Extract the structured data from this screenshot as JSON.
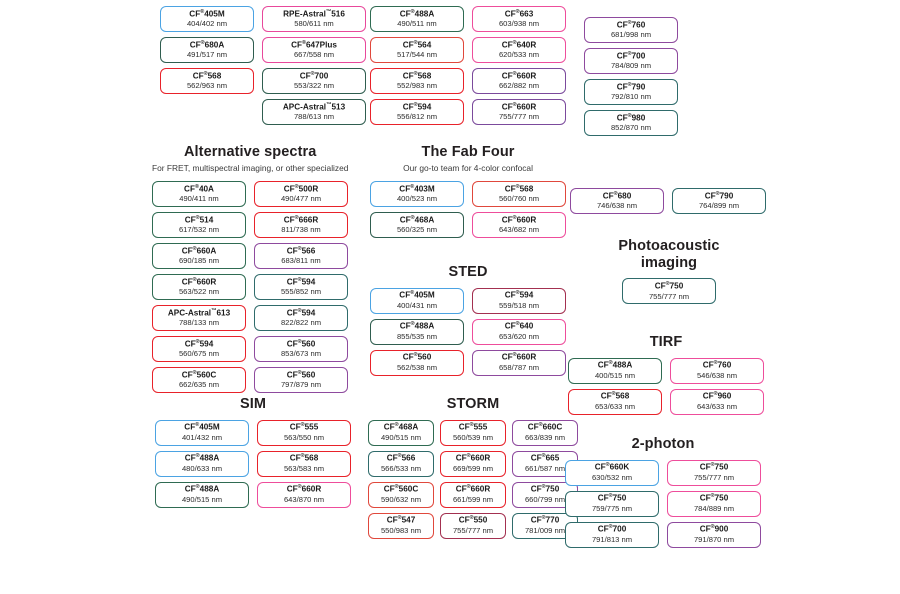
{
  "groups": [
    {
      "id": "top-left",
      "title": "",
      "subtitle": "",
      "columns": [
        {
          "chips": [
            {
              "name": "CF",
              "sup": "®",
              "suffix": "405M",
              "value": "404/402 nm",
              "color": "#4ba3e3"
            },
            {
              "name": "CF",
              "sup": "®",
              "suffix": "680A",
              "value": "491/517 nm",
              "color": "#2f5d4f"
            },
            {
              "name": "CF",
              "sup": "®",
              "suffix": "568",
              "value": "562/963 nm",
              "color": "#e8222a"
            }
          ]
        },
        {
          "chips": [
            {
              "name": "RPE-Astral",
              "sup": "™",
              "suffix": "516",
              "value": "580/611 nm",
              "color": "#e8489b"
            },
            {
              "name": "CF",
              "sup": "®",
              "suffix": "647Plus",
              "value": "667/558 nm",
              "color": "#e8489b"
            },
            {
              "name": "CF",
              "sup": "®",
              "suffix": "700",
              "value": "553/322 nm",
              "color": "#2f5d4f"
            },
            {
              "name": "APC-Astral",
              "sup": "™",
              "suffix": "513",
              "value": "788/613 nm",
              "color": "#2f5d4f"
            }
          ]
        }
      ]
    },
    {
      "id": "top-mid",
      "title": "",
      "subtitle": "",
      "columns": [
        {
          "chips": [
            {
              "name": "CF",
              "sup": "®",
              "suffix": "488A",
              "value": "490/511 nm",
              "color": "#2f6b52"
            },
            {
              "name": "CF",
              "sup": "®",
              "suffix": "564",
              "value": "517/544 nm",
              "color": "#e0483c"
            },
            {
              "name": "CF",
              "sup": "®",
              "suffix": "568",
              "value": "552/983 nm",
              "color": "#e8222a"
            },
            {
              "name": "CF",
              "sup": "®",
              "suffix": "594",
              "value": "556/812 nm",
              "color": "#e8222a"
            }
          ]
        },
        {
          "chips": [
            {
              "name": "CF",
              "sup": "®",
              "suffix": "663",
              "value": "603/938 nm",
              "color": "#ee4d9b"
            },
            {
              "name": "CF",
              "sup": "®",
              "suffix": "640R",
              "value": "620/533 nm",
              "color": "#ee4d9b"
            },
            {
              "name": "CF",
              "sup": "®",
              "suffix": "660R",
              "value": "662/882 nm",
              "color": "#7b4a9c"
            },
            {
              "name": "CF",
              "sup": "®",
              "suffix": "660R",
              "value": "755/777 nm",
              "color": "#7b4a9c"
            }
          ]
        }
      ]
    },
    {
      "id": "top-right",
      "title": "",
      "subtitle": "",
      "columns": [
        {
          "chips": [
            {
              "name": "CF",
              "sup": "®",
              "suffix": "760",
              "value": "681/998 nm",
              "color": "#8e4a9e"
            },
            {
              "name": "CF",
              "sup": "®",
              "suffix": "700",
              "value": "784/809 nm",
              "color": "#8e4a9e"
            },
            {
              "name": "CF",
              "sup": "®",
              "suffix": "790",
              "value": "792/810 nm",
              "color": "#2f6b6b"
            },
            {
              "name": "CF",
              "sup": "®",
              "suffix": "980",
              "value": "852/870 nm",
              "color": "#2f6b6b"
            }
          ]
        }
      ]
    },
    {
      "id": "alternative-spectra",
      "title": "Alternative spectra",
      "subtitle": "For FRET, multispectral imaging, or other specialized",
      "columns": [
        {
          "chips": [
            {
              "name": "CF",
              "sup": "®",
              "suffix": "40A",
              "value": "490/411 nm",
              "color": "#2f6b52"
            },
            {
              "name": "CF",
              "sup": "®",
              "suffix": "514",
              "value": "617/532 nm",
              "color": "#2f6b52"
            },
            {
              "name": "CF",
              "sup": "®",
              "suffix": "660A",
              "value": "690/185 nm",
              "color": "#2f6b52"
            },
            {
              "name": "CF",
              "sup": "®",
              "suffix": "660R",
              "value": "563/522 nm",
              "color": "#2f6b52"
            },
            {
              "name": "APC-Astral",
              "sup": "™",
              "suffix": "613",
              "value": "788/133 nm",
              "color": "#e8222a"
            },
            {
              "name": "CF",
              "sup": "®",
              "suffix": "594",
              "value": "560/675 nm",
              "color": "#e8222a"
            },
            {
              "name": "CF",
              "sup": "®",
              "suffix": "560C",
              "value": "662/635 nm",
              "color": "#e8222a"
            }
          ]
        },
        {
          "chips": [
            {
              "name": "CF",
              "sup": "®",
              "suffix": "500R",
              "value": "490/477 nm",
              "color": "#e8222a"
            },
            {
              "name": "CF",
              "sup": "®",
              "suffix": "666R",
              "value": "811/738 nm",
              "color": "#e8222a"
            },
            {
              "name": "CF",
              "sup": "®",
              "suffix": "566",
              "value": "683/811 nm",
              "color": "#8e4a9e"
            },
            {
              "name": "CF",
              "sup": "®",
              "suffix": "594",
              "value": "555/852 nm",
              "color": "#2f6b6b"
            },
            {
              "name": "CF",
              "sup": "®",
              "suffix": "594",
              "value": "822/822 nm",
              "color": "#2f6b6b"
            },
            {
              "name": "CF",
              "sup": "®",
              "suffix": "560",
              "value": "853/673 nm",
              "color": "#8e4a9e"
            },
            {
              "name": "CF",
              "sup": "®",
              "suffix": "560",
              "value": "797/879 nm",
              "color": "#8e4a9e"
            }
          ]
        }
      ]
    },
    {
      "id": "fab-four",
      "title": "The Fab Four",
      "subtitle": "Our go-to team for 4-color confocal",
      "columns": [
        {
          "chips": [
            {
              "name": "CF",
              "sup": "®",
              "suffix": "403M",
              "value": "400/523 nm",
              "color": "#4ba3e3"
            },
            {
              "name": "CF",
              "sup": "®",
              "suffix": "468A",
              "value": "560/325 nm",
              "color": "#2f5d4f"
            }
          ]
        },
        {
          "chips": [
            {
              "name": "CF",
              "sup": "®",
              "suffix": "568",
              "value": "560/760 nm",
              "color": "#e0483c"
            },
            {
              "name": "CF",
              "sup": "®",
              "suffix": "660R",
              "value": "643/682 nm",
              "color": "#ee4d9b"
            }
          ]
        }
      ]
    },
    {
      "id": "sted",
      "title": "STED",
      "subtitle": "",
      "columns": [
        {
          "chips": [
            {
              "name": "CF",
              "sup": "®",
              "suffix": "405M",
              "value": "400/431 nm",
              "color": "#4ba3e3"
            },
            {
              "name": "CF",
              "sup": "®",
              "suffix": "488A",
              "value": "855/535 nm",
              "color": "#2f5d4f"
            },
            {
              "name": "CF",
              "sup": "®",
              "suffix": "560",
              "value": "562/538 nm",
              "color": "#e8222a"
            }
          ]
        },
        {
          "chips": [
            {
              "name": "CF",
              "sup": "®",
              "suffix": "594",
              "value": "559/518 nm",
              "color": "#a33050"
            },
            {
              "name": "CF",
              "sup": "®",
              "suffix": "640",
              "value": "653/620 nm",
              "color": "#ee4d9b"
            },
            {
              "name": "CF",
              "sup": "®",
              "suffix": "660R",
              "value": "658/787 nm",
              "color": "#8e4a9e"
            }
          ]
        }
      ]
    },
    {
      "id": "nir-pair",
      "title": "",
      "subtitle": "",
      "columns": [
        {
          "chips": [
            {
              "name": "CF",
              "sup": "®",
              "suffix": "680",
              "value": "746/638 nm",
              "color": "#8e4a9e"
            }
          ]
        },
        {
          "chips": [
            {
              "name": "CF",
              "sup": "®",
              "suffix": "790",
              "value": "764/899 nm",
              "color": "#2f6b6b"
            }
          ]
        }
      ]
    },
    {
      "id": "photoacoustic",
      "title": "Photoacoustic imaging",
      "subtitle": "",
      "columns": [
        {
          "chips": [
            {
              "name": "CF",
              "sup": "®",
              "suffix": "750",
              "value": "755/777 nm",
              "color": "#2f6b6b"
            }
          ]
        }
      ]
    },
    {
      "id": "tirf",
      "title": "TIRF",
      "subtitle": "",
      "columns": [
        {
          "chips": [
            {
              "name": "CF",
              "sup": "®",
              "suffix": "488A",
              "value": "400/515 nm",
              "color": "#2f6b52"
            },
            {
              "name": "CF",
              "sup": "®",
              "suffix": "568",
              "value": "653/633 nm",
              "color": "#e8222a"
            }
          ]
        },
        {
          "chips": [
            {
              "name": "CF",
              "sup": "®",
              "suffix": "760",
              "value": "546/638 nm",
              "color": "#ee4d9b"
            },
            {
              "name": "CF",
              "sup": "®",
              "suffix": "960",
              "value": "643/633 nm",
              "color": "#ee4d9b"
            }
          ]
        }
      ]
    },
    {
      "id": "sim",
      "title": "SIM",
      "subtitle": "",
      "columns": [
        {
          "chips": [
            {
              "name": "CF",
              "sup": "®",
              "suffix": "405M",
              "value": "401/432 nm",
              "color": "#4ba3e3"
            },
            {
              "name": "CF",
              "sup": "®",
              "suffix": "488A",
              "value": "480/633 nm",
              "color": "#4ba3e3"
            },
            {
              "name": "CF",
              "sup": "®",
              "suffix": "488A",
              "value": "490/515 nm",
              "color": "#2f6b52"
            }
          ]
        },
        {
          "chips": [
            {
              "name": "CF",
              "sup": "®",
              "suffix": "555",
              "value": "563/550 nm",
              "color": "#e8222a"
            },
            {
              "name": "CF",
              "sup": "®",
              "suffix": "568",
              "value": "563/583 nm",
              "color": "#e8222a"
            },
            {
              "name": "CF",
              "sup": "®",
              "suffix": "660R",
              "value": "643/870 nm",
              "color": "#ee4d9b"
            }
          ]
        }
      ]
    },
    {
      "id": "storm",
      "title": "STORM",
      "subtitle": "",
      "columns": [
        {
          "chips": [
            {
              "name": "CF",
              "sup": "®",
              "suffix": "468A",
              "value": "490/515 nm",
              "color": "#2f6b52"
            },
            {
              "name": "CF",
              "sup": "®",
              "suffix": "566",
              "value": "566/533 nm",
              "color": "#2f6b6b"
            },
            {
              "name": "CF",
              "sup": "®",
              "suffix": "560C",
              "value": "590/632 nm",
              "color": "#e0483c"
            },
            {
              "name": "CF",
              "sup": "®",
              "suffix": "547",
              "value": "550/983 nm",
              "color": "#e0483c"
            }
          ]
        },
        {
          "chips": [
            {
              "name": "CF",
              "sup": "®",
              "suffix": "555",
              "value": "560/539 nm",
              "color": "#e8222a"
            },
            {
              "name": "CF",
              "sup": "®",
              "suffix": "660R",
              "value": "669/599 nm",
              "color": "#e8222a"
            },
            {
              "name": "CF",
              "sup": "®",
              "suffix": "660R",
              "value": "661/599 nm",
              "color": "#e8222a"
            },
            {
              "name": "CF",
              "sup": "®",
              "suffix": "550",
              "value": "755/777 nm",
              "color": "#a33050"
            }
          ]
        },
        {
          "chips": [
            {
              "name": "CF",
              "sup": "®",
              "suffix": "660C",
              "value": "663/839 nm",
              "color": "#8e4a9e"
            },
            {
              "name": "CF",
              "sup": "®",
              "suffix": "665",
              "value": "661/587 nm",
              "color": "#8e4a9e"
            },
            {
              "name": "CF",
              "sup": "®",
              "suffix": "750",
              "value": "660/799 nm",
              "color": "#8e4a9e"
            },
            {
              "name": "CF",
              "sup": "®",
              "suffix": "770",
              "value": "781/009 nm",
              "color": "#2f6b6b"
            }
          ]
        }
      ]
    },
    {
      "id": "two-photon",
      "title": "2-photon",
      "subtitle": "",
      "columns": [
        {
          "chips": [
            {
              "name": "CF",
              "sup": "®",
              "suffix": "660K",
              "value": "630/532 nm",
              "color": "#4ba3e3"
            },
            {
              "name": "CF",
              "sup": "®",
              "suffix": "750",
              "value": "759/775 nm",
              "color": "#2f6b6b"
            },
            {
              "name": "CF",
              "sup": "®",
              "suffix": "700",
              "value": "791/813 nm",
              "color": "#2f6b6b"
            }
          ]
        },
        {
          "chips": [
            {
              "name": "CF",
              "sup": "®",
              "suffix": "750",
              "value": "755/777 nm",
              "color": "#ee4d9b"
            },
            {
              "name": "CF",
              "sup": "®",
              "suffix": "750",
              "value": "784/889 nm",
              "color": "#ee4d9b"
            },
            {
              "name": "CF",
              "sup": "®",
              "suffix": "900",
              "value": "791/870 nm",
              "color": "#8e4a9e"
            }
          ]
        }
      ]
    }
  ]
}
